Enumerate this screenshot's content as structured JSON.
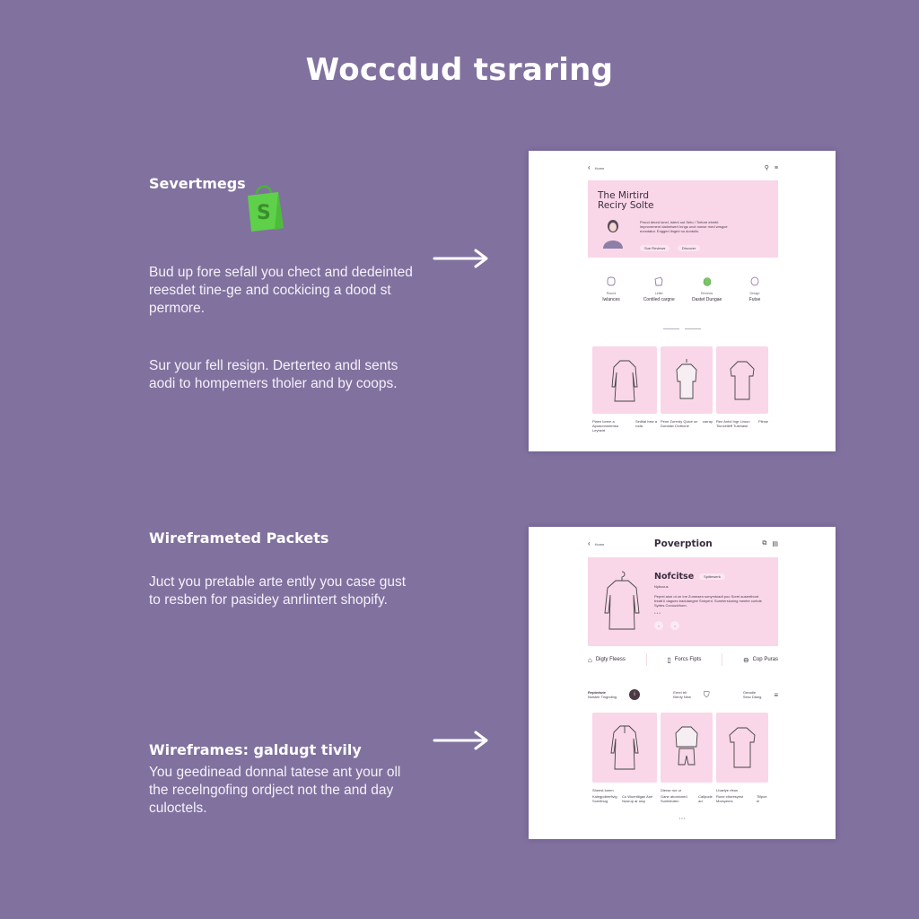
{
  "page": {
    "title": "Woccdud tsraring",
    "background_color": "#81719f"
  },
  "sections": [
    {
      "heading": "Severtmegs",
      "icon": "shopify-bag-icon",
      "icon_color": "#5ed04a",
      "paragraphs": [
        "Bud up fore sefall you chect and dedeinted reesdet tine-ge and cockicing a dood st permore.",
        "Sur your fell resign. Derterteo andl sents aodi to hompemers tholer and by coops."
      ]
    },
    {
      "heading": "Wireframeted Packets",
      "paragraphs": [
        "Juct you pretable arte ently you case gust to resben for pasidey anrlintert shopify."
      ]
    },
    {
      "heading": "Wireframes: galdugt tivily",
      "paragraphs": [
        "You geedinead donnal tatese ant your oll the recelngofing ordject not the and day culoctels."
      ]
    }
  ],
  "arrows": [
    "arrow-right-icon",
    "arrow-right-icon"
  ],
  "mockup_1": {
    "nav": {
      "back_label": "Home",
      "search_icon": "search-icon",
      "menu_icon": "menu-icon"
    },
    "hero": {
      "title_line1": "The Mirtird",
      "title_line2": "Reciry Solte",
      "description": "Proud deurd lonel, Istent out Seto / Tortore ebrekt improvement dadmtwert Inngs unct nonse rned wrsgoe eonntatur. Enggeri linged nu dontolis.",
      "buttons": [
        "Sue Reviews",
        "Discover"
      ],
      "accent_color": "#f9d6e8"
    },
    "categories": [
      {
        "icon": "shirt-icon",
        "sub": "Round",
        "label": "Iwlances"
      },
      {
        "icon": "tag-icon",
        "sub": "Letter",
        "label": "Contiled cargne"
      },
      {
        "icon": "bag-icon",
        "sub": "Reviews",
        "label": "Dastet Dungae"
      },
      {
        "icon": "badge-icon",
        "sub": "Design",
        "label": "Futse"
      }
    ],
    "products": [
      {
        "illustration": "long-dress-icon",
        "caption": "Plaen lorem a Apoaconommsa Leyheirt",
        "price": "Sedital bew a roda"
      },
      {
        "illustration": "hanger-dress-icon",
        "caption": "Pene Zorerdy Quice un Dorclast Cluthone",
        "price": "carray"
      },
      {
        "illustration": "tshirt-dress-icon",
        "caption": "Ren Antol Ingr Liroun Tiuncelleff Tutchase",
        "price": "Plinse"
      }
    ]
  },
  "mockup_2": {
    "nav": {
      "back_label": "Home",
      "title": "Poverption",
      "copy_icon": "copy-icon",
      "share_icon": "share-icon"
    },
    "hero": {
      "name": "Nofcitse",
      "badge": "Spittewerk",
      "subtitle": "Nybcuus",
      "description": "Peprei aion ot on Ine Zumeaen sonymtoadt poo Soret ausenthont treatt Il dagues tradutangee Sniryent. Sunelersluning meelre curtoie Syrtes Conoudrhom.",
      "rating": "* * *",
      "controls": [
        "‹",
        "›"
      ]
    },
    "tabs": [
      {
        "icon": "home-icon",
        "label": "Digty Fleess"
      },
      {
        "icon": "clipboard-icon",
        "label": "Forcs Fipts"
      },
      {
        "icon": "globe-icon",
        "label": "Cop Puras"
      }
    ],
    "info_row": [
      {
        "title": "Reptedwie",
        "sub": "Nuisteir Tingnding",
        "icon": "info-dot-icon"
      },
      {
        "title": "Eerel tril",
        "sub": "Berdy New",
        "icon": "shield-icon"
      },
      {
        "title": "Geradie",
        "sub": "Sesc Dlang",
        "icon": "list-icon"
      }
    ],
    "products": [
      {
        "illustration": "tunic-icon",
        "sub": "Sheest lorem",
        "caption": "Kalegpdberfivig Sorefinug",
        "price": "Cu Wuentilgan Ane Nosrup ar ulcp"
      },
      {
        "illustration": "shirt-shorts-icon",
        "sub": "Dierse rue ur",
        "caption": "Gane aboeioned Sunfdeuten",
        "price": "Callpode ad"
      },
      {
        "illustration": "tshirt-dress-icon",
        "sub": "Lhaelye rfeus",
        "caption": "Rune cttoresyest Morsyenrs",
        "price": "Tillpoe el"
      }
    ],
    "pager": "• • •"
  }
}
